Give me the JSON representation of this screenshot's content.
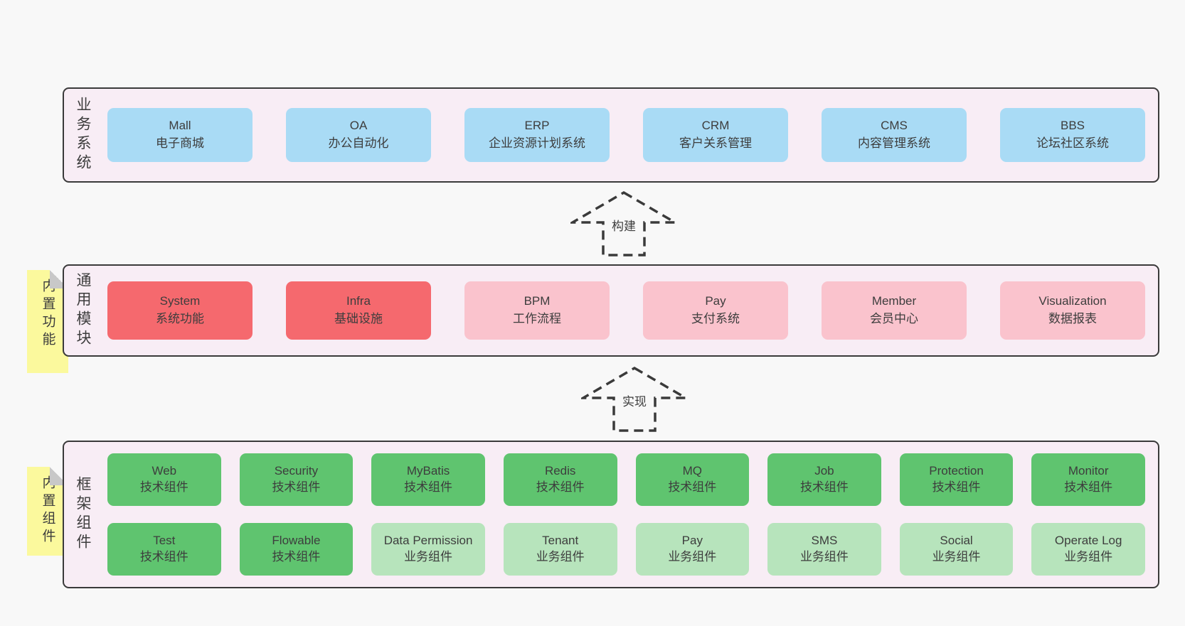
{
  "colors": {
    "page_bg": "#f8f8f8",
    "band_bg": "#f8edf5",
    "band_border": "#3a3a3a",
    "text": "#3d3d3d",
    "blue": "#a9dbf5",
    "red": "#f5696e",
    "pink": "#fac3cd",
    "green": "#5fc46f",
    "light_green": "#b7e4bc",
    "yellow": "#fbf99d",
    "fold_gray": "#c8c8c8"
  },
  "layers": [
    {
      "label": "业务系统",
      "boxes": [
        {
          "name": "Mall",
          "desc": "电子商城",
          "color": "blue"
        },
        {
          "name": "OA",
          "desc": "办公自动化",
          "color": "blue"
        },
        {
          "name": "ERP",
          "desc": "企业资源计划系统",
          "color": "blue"
        },
        {
          "name": "CRM",
          "desc": "客户关系管理",
          "color": "blue"
        },
        {
          "name": "CMS",
          "desc": "内容管理系统",
          "color": "blue"
        },
        {
          "name": "BBS",
          "desc": "论坛社区系统",
          "color": "blue"
        }
      ]
    },
    {
      "label": "通用模块",
      "note": "内置功能",
      "boxes": [
        {
          "name": "System",
          "desc": "系统功能",
          "color": "red"
        },
        {
          "name": "Infra",
          "desc": "基础设施",
          "color": "red"
        },
        {
          "name": "BPM",
          "desc": "工作流程",
          "color": "pink"
        },
        {
          "name": "Pay",
          "desc": "支付系统",
          "color": "pink"
        },
        {
          "name": "Member",
          "desc": "会员中心",
          "color": "pink"
        },
        {
          "name": "Visualization",
          "desc": "数据报表",
          "color": "pink"
        }
      ]
    },
    {
      "label": "框架组件",
      "note": "内置组件",
      "rows": [
        [
          {
            "name": "Web",
            "desc": "技术组件",
            "color": "green"
          },
          {
            "name": "Security",
            "desc": "技术组件",
            "color": "green"
          },
          {
            "name": "MyBatis",
            "desc": "技术组件",
            "color": "green"
          },
          {
            "name": "Redis",
            "desc": "技术组件",
            "color": "green"
          },
          {
            "name": "MQ",
            "desc": "技术组件",
            "color": "green"
          },
          {
            "name": "Job",
            "desc": "技术组件",
            "color": "green"
          },
          {
            "name": "Protection",
            "desc": "技术组件",
            "color": "green"
          },
          {
            "name": "Monitor",
            "desc": "技术组件",
            "color": "green"
          }
        ],
        [
          {
            "name": "Test",
            "desc": "技术组件",
            "color": "green"
          },
          {
            "name": "Flowable",
            "desc": "技术组件",
            "color": "green"
          },
          {
            "name": "Data Permission",
            "desc": "业务组件",
            "color": "light_green"
          },
          {
            "name": "Tenant",
            "desc": "业务组件",
            "color": "light_green"
          },
          {
            "name": "Pay",
            "desc": "业务组件",
            "color": "light_green"
          },
          {
            "name": "SMS",
            "desc": "业务组件",
            "color": "light_green"
          },
          {
            "name": "Social",
            "desc": "业务组件",
            "color": "light_green"
          },
          {
            "name": "Operate Log",
            "desc": "业务组件",
            "color": "light_green"
          }
        ]
      ]
    }
  ],
  "arrows": [
    {
      "label": "构建",
      "direction": "up"
    },
    {
      "label": "实现",
      "direction": "up"
    }
  ]
}
